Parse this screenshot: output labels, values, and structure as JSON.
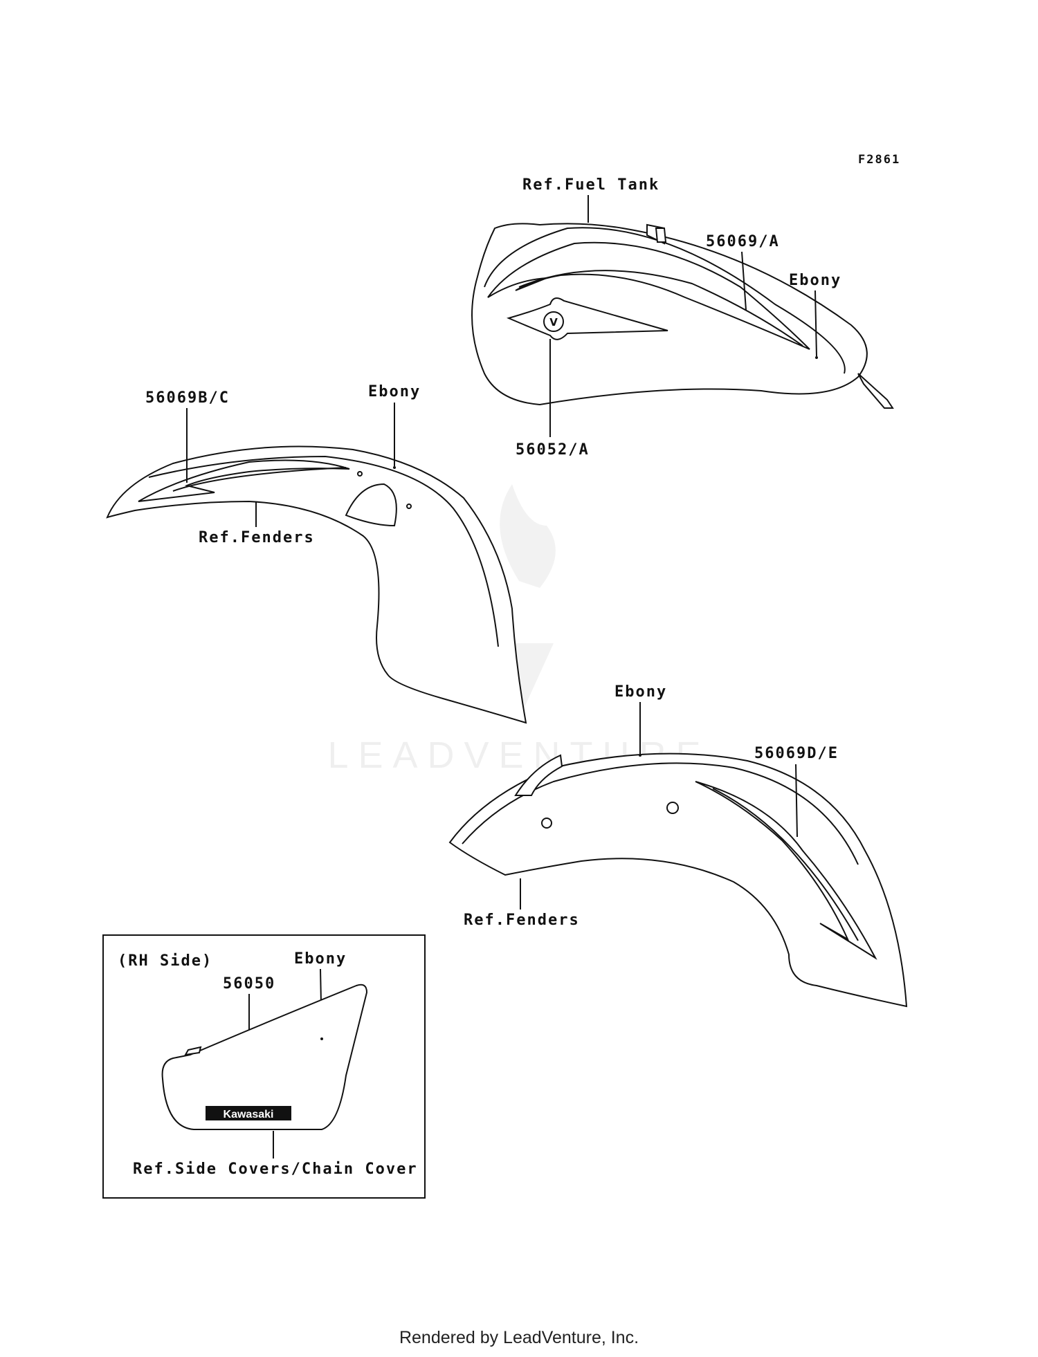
{
  "diagram": {
    "figure_code": "F2861",
    "labels": {
      "fuel_tank_ref": "Ref.Fuel Tank",
      "tank_stripe_part": "56069/A",
      "tank_color": "Ebony",
      "tank_emblem_part": "56052/A",
      "front_stripe_part": "56069B/C",
      "front_color": "Ebony",
      "front_fender_ref": "Ref.Fenders",
      "rear_color": "Ebony",
      "rear_stripe_part": "56069D/E",
      "rear_fender_ref": "Ref.Fenders",
      "inset_title": "(RH Side)",
      "inset_color": "Ebony",
      "inset_part": "56050",
      "inset_badge": "Kawasaki",
      "inset_ref": "Ref.Side Covers/Chain Cover"
    },
    "watermark": "LEADVENTURE"
  },
  "footer": {
    "text": "Rendered by LeadVenture, Inc."
  }
}
